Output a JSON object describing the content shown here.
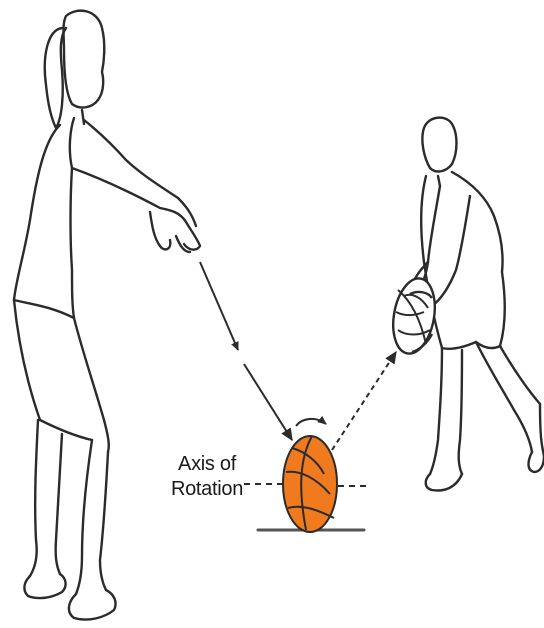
{
  "label": {
    "line1": "Axis of",
    "line2": "Rotation"
  },
  "colors": {
    "ball": "#f07a1e",
    "ball_seams": "#2b2b2b",
    "outline": "#2b2b2b",
    "background": "#ffffff"
  },
  "icons": {
    "ball": "basketball",
    "spin_indicator": "curved-arrow",
    "pass_path": "arrow"
  }
}
